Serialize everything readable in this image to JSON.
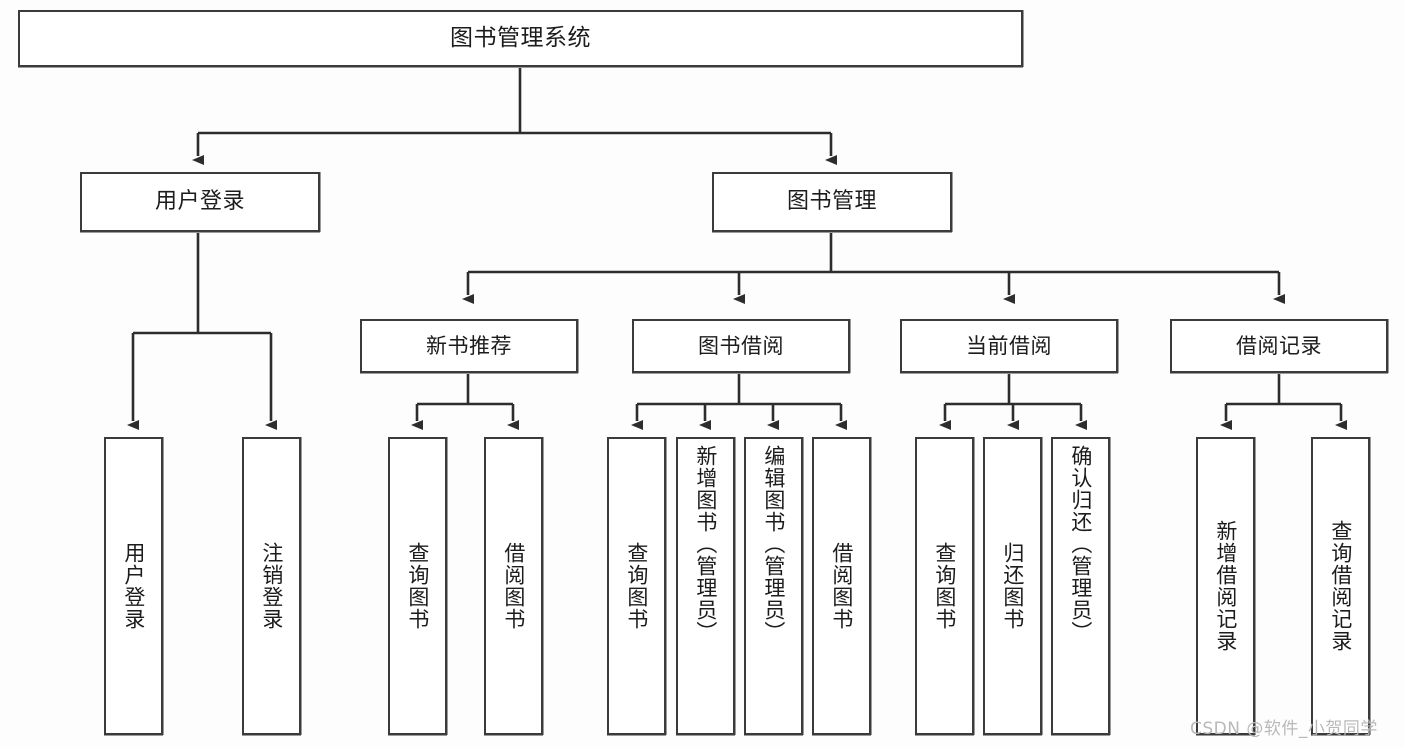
{
  "diagram": {
    "title": "图书管理系统",
    "type": "功能结构图",
    "root": {
      "label": "图书管理系统"
    },
    "level2": [
      {
        "label": "用户登录"
      },
      {
        "label": "图书管理"
      }
    ],
    "level3": [
      {
        "label": "新书推荐"
      },
      {
        "label": "图书借阅"
      },
      {
        "label": "当前借阅"
      },
      {
        "label": "借阅记录"
      }
    ],
    "leaves": {
      "user_login": [
        {
          "label": "用户登录"
        },
        {
          "label": "注销登录"
        }
      ],
      "new_book_recommend": [
        {
          "label": "查询图书"
        },
        {
          "label": "借阅图书"
        }
      ],
      "book_borrow": [
        {
          "label": "查询图书"
        },
        {
          "label": "新增图书（管理员）"
        },
        {
          "label": "编辑图书（管理员）"
        },
        {
          "label": "借阅图书"
        }
      ],
      "current_borrow": [
        {
          "label": "查询图书"
        },
        {
          "label": "归还图书"
        },
        {
          "label": "确认归还（管理员）"
        }
      ],
      "borrow_record": [
        {
          "label": "新增借阅记录"
        },
        {
          "label": "查询借阅记录"
        }
      ]
    },
    "watermark": "CSDN @软件_小贺同学",
    "colors": {
      "box_border": "#3b3b3b",
      "box_fill": "#ffffff",
      "connector": "#2d2d2d",
      "text": "#1c1c1c",
      "background": "#fdfdfd",
      "watermark": "#b9b9b9"
    }
  }
}
